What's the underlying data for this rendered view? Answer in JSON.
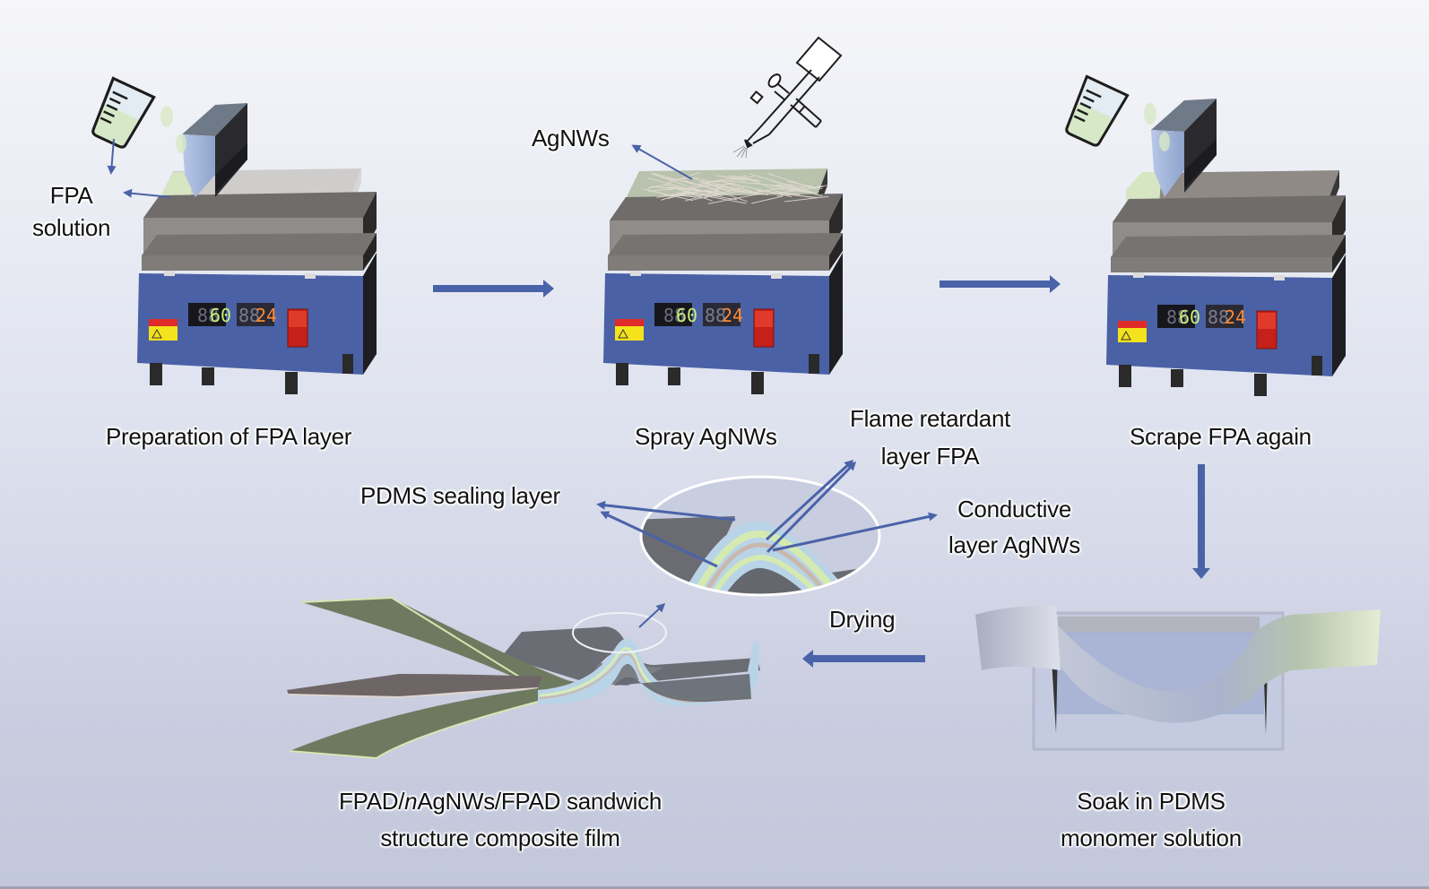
{
  "figure": {
    "type": "process-schematic",
    "title": "",
    "colors": {
      "arrow": "#4a63a8",
      "heater_body": "#4a62a8",
      "plate_gray": "#8f8c88",
      "fpa_layer": "#d8e8c8",
      "pdms_layer": "#b9d4e6",
      "agnws_layer": "#c9b8ae",
      "display_green": "#c8f07a",
      "display_orange": "#ff8a30",
      "switch_red": "#d8261c"
    }
  },
  "steps": [
    {
      "id": "step1",
      "label": "Preparation of FPA layer",
      "display_left": "60",
      "display_right": "24"
    },
    {
      "id": "step2",
      "label": "Spray AgNWs",
      "display_left": "60",
      "display_right": "24"
    },
    {
      "id": "step3",
      "label": "Scrape FPA again",
      "display_left": "60",
      "display_right": "24"
    },
    {
      "id": "step4",
      "label_line1": "Soak in PDMS",
      "label_line2": "monomer solution"
    },
    {
      "id": "step5",
      "label_line1_italic_prefix": "FPAD/",
      "label_line1_italic": "n",
      "label_line1_rest": "AgNWs/FPAD sandwich",
      "label_line2": "structure composite film"
    }
  ],
  "annotations": {
    "fpa_solution_line1": "FPA",
    "fpa_solution_line2": "solution",
    "agnws": "AgNWs",
    "pdms_sealing": "PDMS sealing layer",
    "flame_retardant_line1": "Flame retardant",
    "flame_retardant_line2": "layer FPA",
    "conductive_line1": "Conductive",
    "conductive_line2": "layer AgNWs",
    "drying": "Drying"
  }
}
